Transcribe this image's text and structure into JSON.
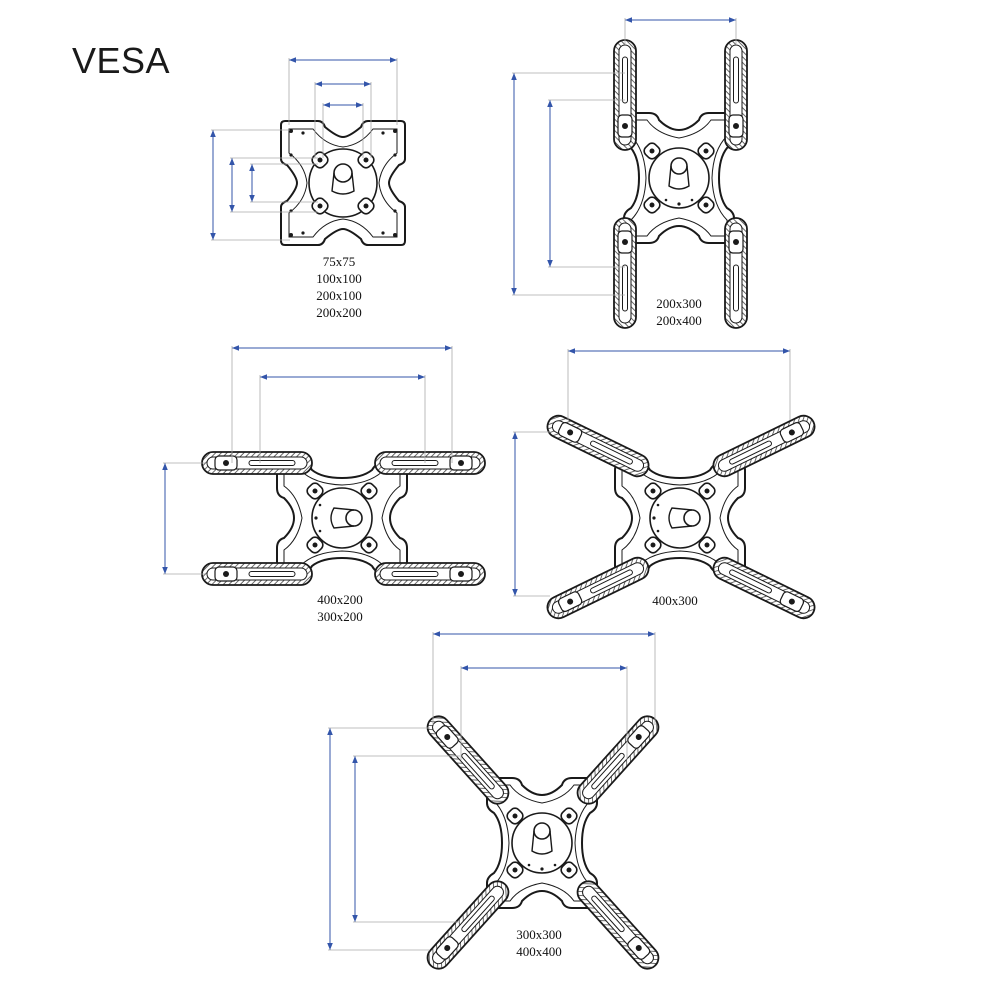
{
  "title": "VESA",
  "colors": {
    "dimension_line": "#3355aa",
    "outline": "#1a1a1a",
    "hatch": "#555555"
  },
  "configurations": [
    {
      "id": "plate",
      "labels": [
        "75x75",
        "100x100",
        "200x100",
        "200x200"
      ]
    },
    {
      "id": "vertical-arms",
      "labels": [
        "200x300",
        "200x400"
      ]
    },
    {
      "id": "horizontal-arms",
      "labels": [
        "400x200",
        "300x200"
      ]
    },
    {
      "id": "angled-arms-wide",
      "labels": [
        "400x300"
      ]
    },
    {
      "id": "angled-arms-square",
      "labels": [
        "300x300",
        "400x400"
      ]
    }
  ]
}
